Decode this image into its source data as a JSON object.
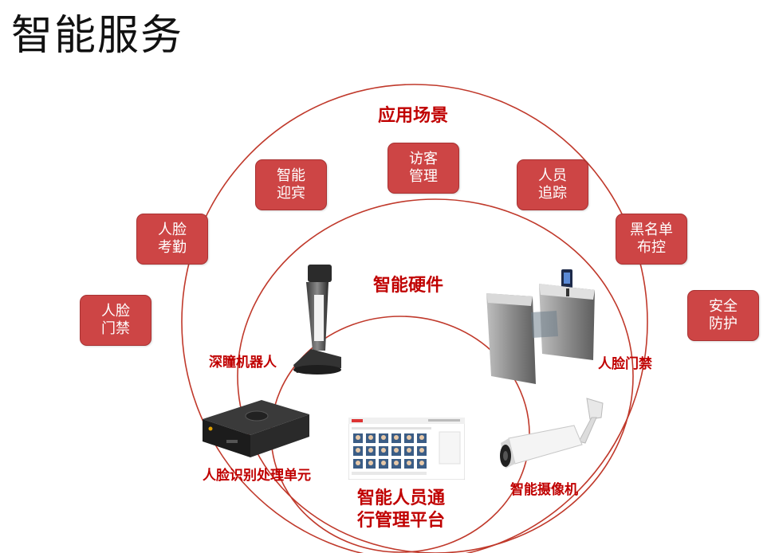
{
  "title": "智能服务",
  "rings": {
    "outer_label": "应用场景",
    "middle_label": "智能硬件",
    "inner_label_line1": "智能人员通",
    "inner_label_line2": "行管理平台"
  },
  "scenarios": [
    {
      "line1": "人脸",
      "line2": "门禁"
    },
    {
      "line1": "人脸",
      "line2": "考勤"
    },
    {
      "line1": "智能",
      "line2": "迎宾"
    },
    {
      "line1": "访客",
      "line2": "管理"
    },
    {
      "line1": "人员",
      "line2": "追踪"
    },
    {
      "line1": "黑名单",
      "line2": "布控"
    },
    {
      "line1": "安全",
      "line2": "防护"
    }
  ],
  "hardware": {
    "robot": "深瞳机器人",
    "gate": "人脸门禁",
    "box": "人脸识别处理单元",
    "camera": "智能摄像机"
  },
  "colors": {
    "accent": "#c00000",
    "tag_fill": "#cd4545",
    "ring_stroke": "#c0392b"
  }
}
